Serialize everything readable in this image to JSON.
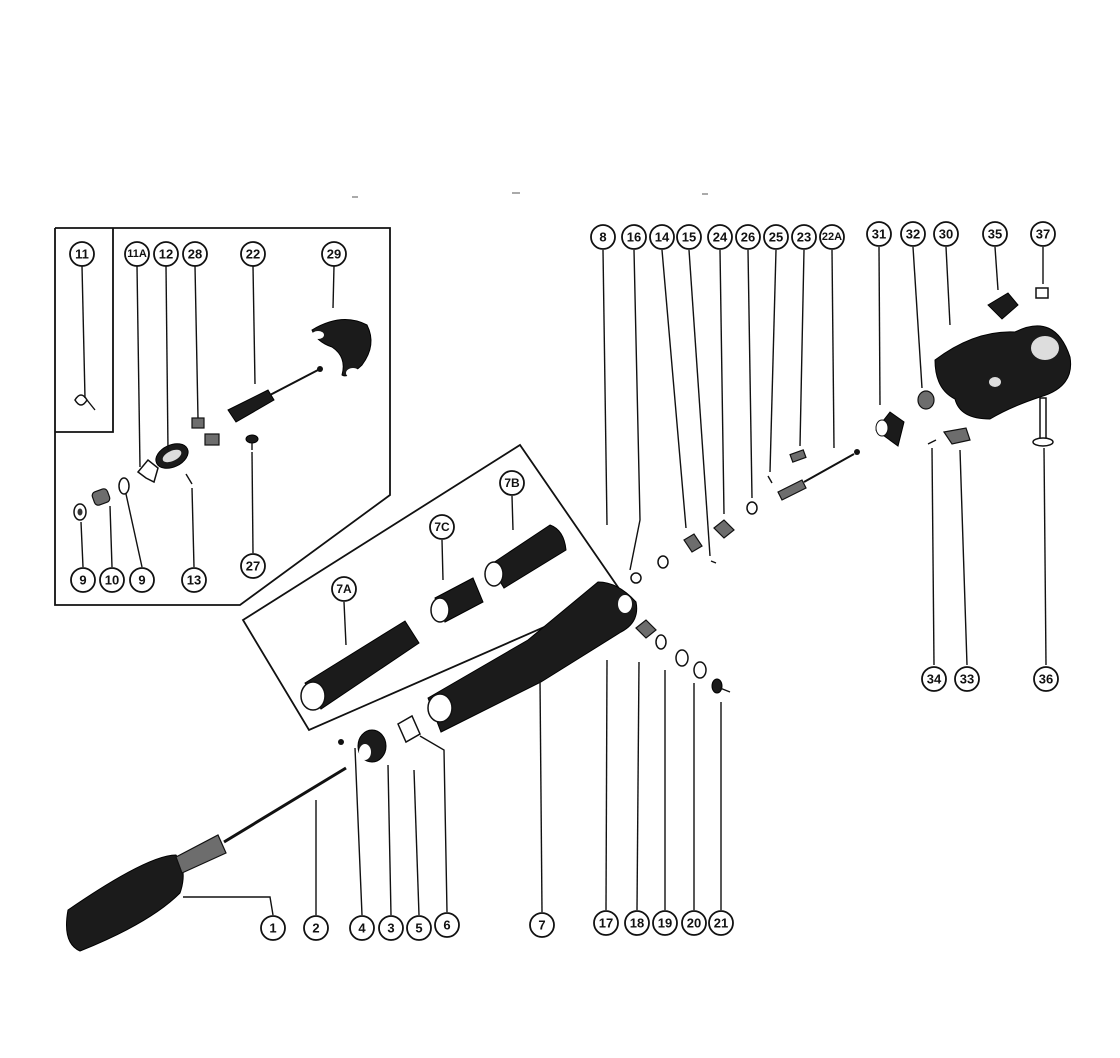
{
  "callouts": {
    "c11": "11",
    "c11a": "11A",
    "c12": "12",
    "c28": "28",
    "c22": "22",
    "c29": "29",
    "c9a": "9",
    "c10": "10",
    "c9b": "9",
    "c13": "13",
    "c27": "27",
    "c7a": "7A",
    "c7c": "7C",
    "c7b": "7B",
    "c8": "8",
    "c16": "16",
    "c14": "14",
    "c15": "15",
    "c24": "24",
    "c26": "26",
    "c25": "25",
    "c23": "23",
    "c22a": "22A",
    "c31": "31",
    "c32": "32",
    "c30": "30",
    "c35": "35",
    "c37": "37",
    "c34": "34",
    "c33": "33",
    "c36": "36",
    "c1": "1",
    "c2": "2",
    "c4": "4",
    "c3": "3",
    "c5": "5",
    "c6": "6",
    "c7": "7",
    "c17": "17",
    "c18": "18",
    "c19": "19",
    "c20": "20",
    "c21": "21"
  }
}
